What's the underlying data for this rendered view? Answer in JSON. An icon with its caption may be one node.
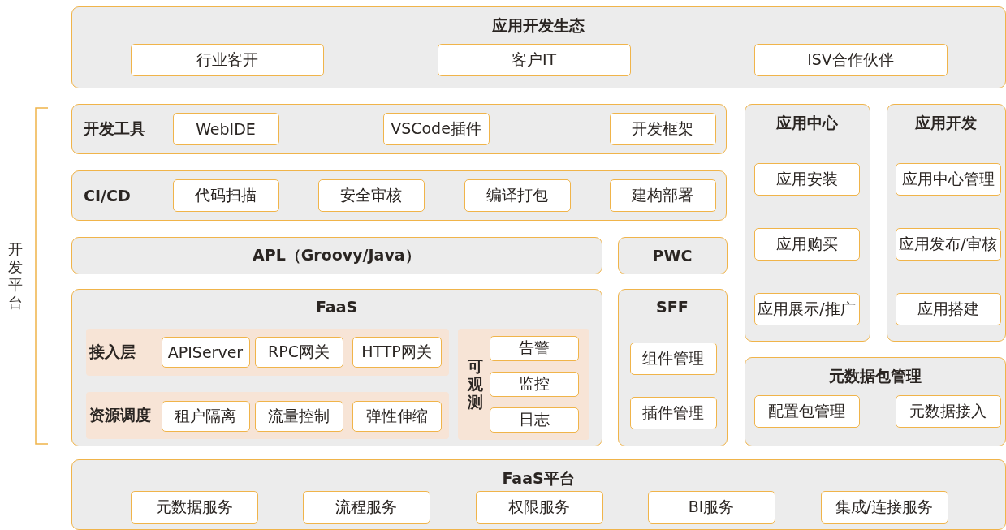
{
  "diagram": {
    "nodes": [
      {
        "text": [
          "应用开发生态"
        ]
      },
      {
        "text": [
          "行业客开"
        ],
        "in": 0
      },
      {
        "text": [
          "客户IT"
        ],
        "in": 0
      },
      {
        "text": [
          "ISV合作伙伴"
        ],
        "in": 0
      },
      {
        "text": [
          "开发工具"
        ]
      },
      {
        "text": [
          "WebIDE"
        ],
        "in": 4
      },
      {
        "text": [
          "VSCode插件"
        ],
        "in": 4
      },
      {
        "text": [
          "开发框架"
        ],
        "in": 4
      },
      {
        "text": [
          "CI/CD"
        ]
      },
      {
        "text": [
          "代码扫描"
        ],
        "in": 8
      },
      {
        "text": [
          "安全审核"
        ],
        "in": 8
      },
      {
        "text": [
          "编译打包"
        ],
        "in": 8
      },
      {
        "text": [
          "建构部署"
        ],
        "in": 8
      },
      {
        "text": [
          "APL（Groovy/Java）"
        ]
      },
      {
        "text": [
          "PWC"
        ]
      },
      {
        "text": [
          "FaaS"
        ]
      },
      {
        "text": [
          "接入层"
        ],
        "in": 15
      },
      {
        "text": [
          "APIServer"
        ],
        "in": 16
      },
      {
        "text": [
          "RPC网关"
        ],
        "in": 16
      },
      {
        "text": [
          "HTTP网关"
        ],
        "in": 16
      },
      {
        "text": [
          "资源调度"
        ],
        "in": 15
      },
      {
        "text": [
          "租户隔离"
        ],
        "in": 20
      },
      {
        "text": [
          "流量控制"
        ],
        "in": 20
      },
      {
        "text": [
          "弹性伸缩"
        ],
        "in": 20
      },
      {
        "text": [
          "可观测"
        ],
        "in": 15
      },
      {
        "text": [
          "告警"
        ],
        "in": 24
      },
      {
        "text": [
          "监控"
        ],
        "in": 24
      },
      {
        "text": [
          "日志"
        ],
        "in": 24
      },
      {
        "text": [
          "SFF"
        ]
      },
      {
        "text": [
          "组件管理"
        ],
        "in": 28
      },
      {
        "text": [
          "插件管理"
        ],
        "in": 28
      },
      {
        "text": [
          "应用中心"
        ]
      },
      {
        "text": [
          "应用安装"
        ],
        "in": 31
      },
      {
        "text": [
          "应用购买"
        ],
        "in": 31
      },
      {
        "text": [
          "应用展示/推广"
        ],
        "in": 31
      },
      {
        "text": [
          "应用开发"
        ]
      },
      {
        "text": [
          "应用中心管理"
        ],
        "in": 35
      },
      {
        "text": [
          "应用发布/审核"
        ],
        "in": 35
      },
      {
        "text": [
          "应用搭建"
        ],
        "in": 35
      },
      {
        "text": [
          "元数据包管理"
        ]
      },
      {
        "text": [
          "配置包管理"
        ],
        "in": 39
      },
      {
        "text": [
          "元数据接入"
        ],
        "in": 39
      },
      {
        "text": [
          "FaaS平台"
        ]
      },
      {
        "text": [
          "元数据服务"
        ],
        "in": 42
      },
      {
        "text": [
          "流程服务"
        ],
        "in": 42
      },
      {
        "text": [
          "权限服务"
        ],
        "in": 42
      },
      {
        "text": [
          "BI服务"
        ],
        "in": 42
      },
      {
        "text": [
          "集成/连接服务"
        ],
        "in": 42
      }
    ],
    "edges": [],
    "labels": [
      "开发平台"
    ]
  }
}
